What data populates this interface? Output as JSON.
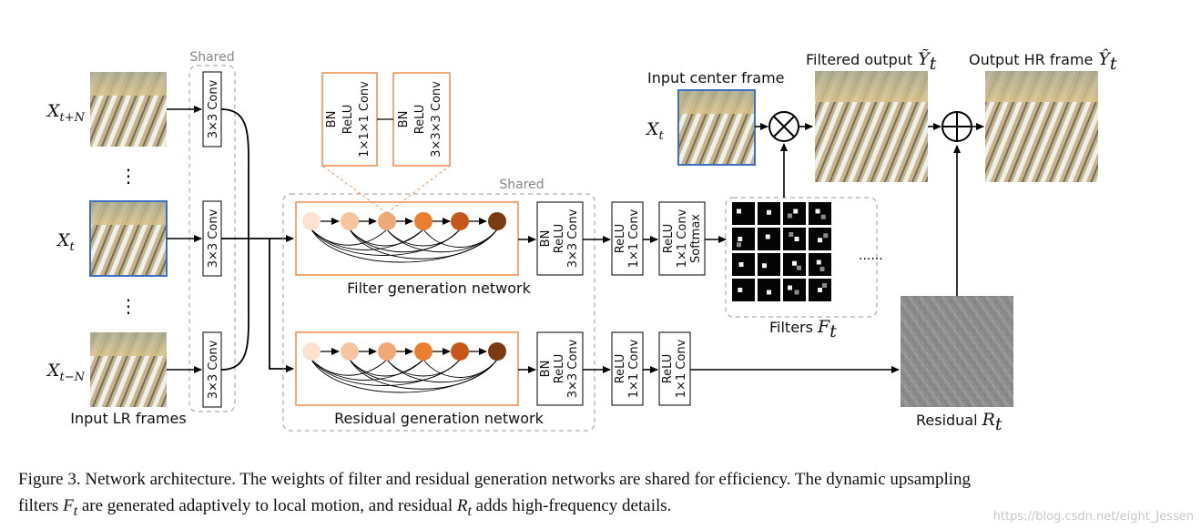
{
  "labels": {
    "shared_top": "Shared",
    "shared_mid": "Shared",
    "input_lr_frames": "Input LR frames",
    "input_center_frame": "Input center frame",
    "filtered_output": "Filtered output",
    "output_hr_frame": "Output HR frame",
    "filter_gen_network": "Filter generation network",
    "residual_gen_network": "Residual generation network",
    "filters": "Filters",
    "residual": "Residual",
    "dots_vertical": "⋮",
    "dots_horizontal": "......"
  },
  "variables": {
    "x_tn": "X",
    "x_tn_sub": "t+N",
    "x_t": "X",
    "x_t_sub": "t",
    "x_t_minus": "X",
    "x_t_minus_sub": "t−N",
    "x_t_center": "X",
    "x_t_center_sub": "t",
    "y_tilde": "Ỹ",
    "y_tilde_sub": "t",
    "y_hat": "Ŷ",
    "y_hat_sub": "t",
    "f_t": "F",
    "f_t_sub": "t",
    "r_t": "R",
    "r_t_sub": "t"
  },
  "blocks": {
    "conv3": "3×3 Conv",
    "bn": "BN",
    "relu": "ReLU",
    "conv1x1x1": "1×1×1 Conv",
    "conv3x3x3": "3×3×3 Conv",
    "conv1x1": "1×1 Conv",
    "softmax": "Softmax",
    "conv3x3": "3×3 Conv"
  },
  "caption": {
    "prefix": "Figure 3. Network architecture. The weights of filter and residual generation networks are shared for efficiency. The dynamic upsampling",
    "line2_a": "filters",
    "ft": "F",
    "ft_sub": "t",
    "line2_b": "are generated adaptively to local motion, and residual",
    "rt": "R",
    "rt_sub": "t",
    "line2_c": "adds high-frequency details."
  },
  "watermark": "https://blog.csdn.net/eight_Jessen",
  "colors": {
    "orange_border": "#f0955a",
    "blue_border": "#3f6fc0",
    "dashed_gray": "#9a9a9a",
    "node_colors": [
      "#fde3cf",
      "#f8c49e",
      "#f1a877",
      "#ea7f30",
      "#c7561a",
      "#7b3a10"
    ]
  }
}
